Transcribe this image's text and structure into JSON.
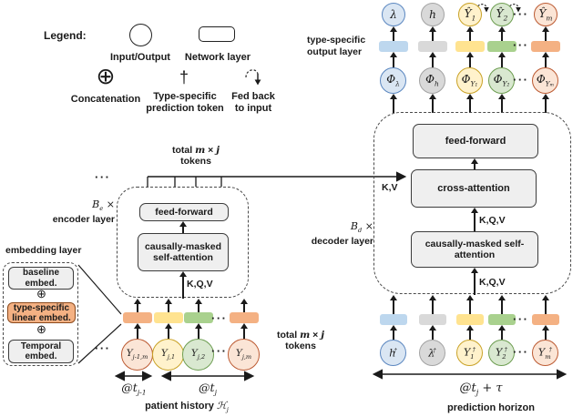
{
  "ellipsis": "···",
  "palette": {
    "blue_fill": "#dae6f3",
    "blue_stroke": "#5b87c0",
    "blue_bar": "#bdd7ee",
    "gray_fill": "#d9d9d9",
    "gray_stroke": "#a3a3a3",
    "gray_bar": "#d9d9d9",
    "yellow_fill": "#fff2cc",
    "yellow_stroke": "#c9a227",
    "yellow_bar": "#ffe390",
    "green_fill": "#d9e8d0",
    "green_stroke": "#6e9e52",
    "green_bar": "#a9d18e",
    "salmon_fill": "#fbe5d6",
    "salmon_stroke": "#bc5b33",
    "salmon_bar": "#f4b183",
    "network_box_fill": "#efefef",
    "line_color": "#1a1a1a"
  },
  "legend": {
    "title": "Legend:",
    "input_output": "Input/Output",
    "network_layer": "Network layer",
    "concat_symbol": "⊕",
    "concatenation": "Concatenation",
    "dagger_symbol": "†",
    "prediction_token": "Type-specific prediction token",
    "fed_back": "Fed back to input"
  },
  "output_layer": {
    "label": "type-specific output layer",
    "columns": [
      {
        "out_html": "λ",
        "phi_html": "Φ<sub>λ</sub>"
      },
      {
        "out_html": "h",
        "phi_html": "Φ<sub>h</sub>"
      },
      {
        "out_html": "Ŷ<sub>1</sub>",
        "phi_html": "Φ<sub>Y₁</sub>"
      },
      {
        "out_html": "Ŷ<sub>2</sub>",
        "phi_html": "Φ<sub>Y₂</sub>"
      },
      {
        "out_html": "Ŷ<sub>m</sub>",
        "phi_html": "Φ<sub>Yₘ</sub>"
      }
    ]
  },
  "encoder": {
    "multiplier_html": "<i>B<sub>e</sub></i> ×",
    "layer_label": "encoder layer",
    "feed_forward": "feed-forward",
    "self_attention": "causally-masked self-attention",
    "kqv": "K,Q,V",
    "tokens_line1_html": "<b>total</b> <i>m</i> × <i>j</i>",
    "tokens_line2": "tokens"
  },
  "decoder": {
    "multiplier_html": "<i>B<sub>d</sub></i> ×",
    "layer_label": "decoder layer",
    "feed_forward": "feed-forward",
    "cross_attention": "cross-attention",
    "self_attention": "causally-masked self-attention",
    "kv": "K,V",
    "kqv": "K,Q,V"
  },
  "embedding": {
    "label": "embedding layer",
    "baseline": "baseline embed.",
    "concat_symbol": "⊕",
    "type_specific": "type-specific linear embed.",
    "temporal": "Temporal embed."
  },
  "history": {
    "tokens": [
      {
        "label_html": "Y<sub>j-1,m</sub>"
      },
      {
        "label_html": "Y<sub>j,1</sub>"
      },
      {
        "label_html": "Y<sub>j,2</sub>"
      },
      {
        "label_html": "Y<sub>j,m</sub>"
      }
    ],
    "time_prev_html": "@t<sub>j-1</sub>",
    "time_curr_html": "@t<sub>j</sub>",
    "caption_html": "<b>patient history</b> <i>ℋ<sub>j</sub></i>",
    "tokens_line1_html": "<b>total</b> <i>m</i> × <i>j</i>",
    "tokens_line2": "tokens"
  },
  "horizon": {
    "tokens": [
      {
        "label_html": "h<sup>†</sup>"
      },
      {
        "label_html": "λ<sup>†</sup>"
      },
      {
        "label_html": "Y<sub>1</sub><sup>†</sup>"
      },
      {
        "label_html": "Y<sub>2</sub><sup>†</sup>"
      },
      {
        "label_html": "Y<sub>m</sub><sup>†</sup>"
      }
    ],
    "time_html": "@t<sub>j</sub> + τ",
    "caption": "prediction horizon"
  }
}
